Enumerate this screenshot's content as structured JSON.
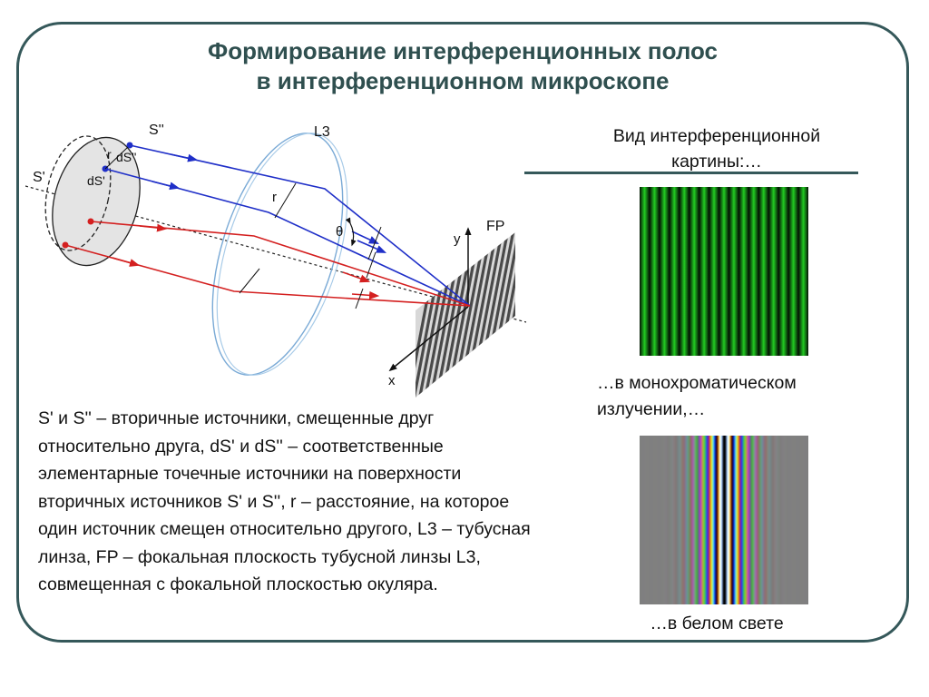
{
  "title": {
    "line1": "Формирование интерференционных полос",
    "line2": "в интерференционном микроскопе"
  },
  "diagram_labels": {
    "s2": "S''",
    "ds2": "dS''",
    "r_small": "r",
    "ds1": "dS'",
    "s1": "S'",
    "l3": "L3",
    "r": "r",
    "theta": "θ",
    "y": "y",
    "fp": "FP",
    "x": "x"
  },
  "description": "S' и S'' – вторичные источники, смещенные друг относительно друга, dS' и dS'' – соответственные элементарные точечные источники на поверхности вторичных источников S' и S'', r – расстояние, на которое один источник смещен относительно другого, L3 – тубусная линза, FP – фокальная плоскость тубусной линзы L3, совмещенная с фокальной плоскостью окуляра.",
  "right": {
    "heading": "Вид интерференционной картины:…",
    "mono_caption": "…в монохроматическом излучении,…",
    "white_caption": "…в белом свете"
  },
  "colors": {
    "frame": "#35585a",
    "title": "#2f4f4f",
    "blue_ray": "#1f2fc8",
    "red_ray": "#d42020",
    "fringe_green": "#22cc22",
    "fringe_dark": "#041004",
    "white_bg": "#7f7f7f"
  },
  "fringes": {
    "mono_count": 17,
    "white_center_dark": 1
  }
}
